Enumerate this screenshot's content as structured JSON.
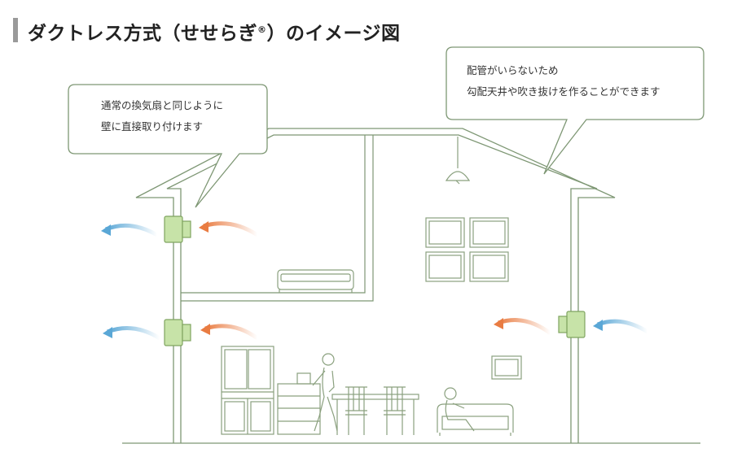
{
  "title": {
    "main": "ダクトレス方式（せせらぎ",
    "registered_mark": "®",
    "suffix": "）のイメージ図"
  },
  "callouts": [
    {
      "lines": [
        "通常の換気扇と同じように",
        "壁に直接取り付けます"
      ]
    },
    {
      "lines": [
        "配管がいらないため",
        "勾配天井や吹き抜けを作ることができます"
      ]
    }
  ],
  "colors": {
    "house_line": "#7e9774",
    "fan_fill": "#c7e3a8",
    "fan_stroke": "#7fa460",
    "exhaust_arrow": "#5aa7d6",
    "intake_arrow": "#e97c42",
    "furniture_line": "#8aa07e",
    "title_bar": "#9a9a9a"
  },
  "icons": [
    "wall-fan-icon",
    "air-flow-arrow-icon",
    "pendant-lamp-icon",
    "person-icon",
    "sofa-icon"
  ]
}
